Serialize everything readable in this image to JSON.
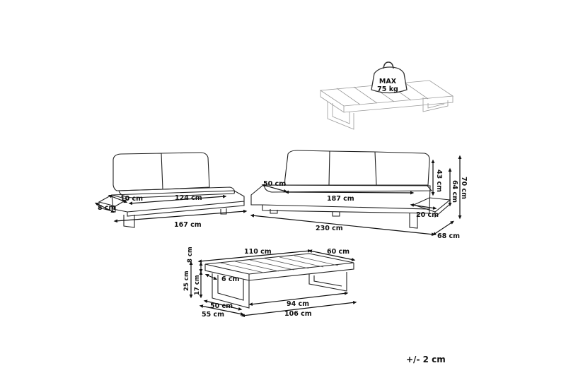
{
  "weight_badge": {
    "line1": "MAX",
    "line2": "75 kg"
  },
  "tolerance": "+/- 2 cm",
  "loveseat": {
    "armrest_width": "10 cm",
    "seat_width": "124 cm",
    "base_height": "8 cm",
    "total_width": "167 cm"
  },
  "sofa": {
    "seat_depth": "50 cm",
    "seat_width": "187 cm",
    "side_table_width": "20 cm",
    "total_width": "230 cm",
    "total_depth": "68 cm",
    "backrest_height": "43 cm",
    "total_height": "70 cm",
    "back_height": "64 cm"
  },
  "coffee_table": {
    "length": "110 cm",
    "width": "60 cm",
    "top_thickness": "8 cm",
    "leg_height": "17 cm",
    "total_height": "25 cm",
    "leg_width": "6 cm",
    "inner_depth": "50 cm",
    "base_depth": "55 cm",
    "inner_length": "94 cm",
    "base_length": "106 cm"
  }
}
